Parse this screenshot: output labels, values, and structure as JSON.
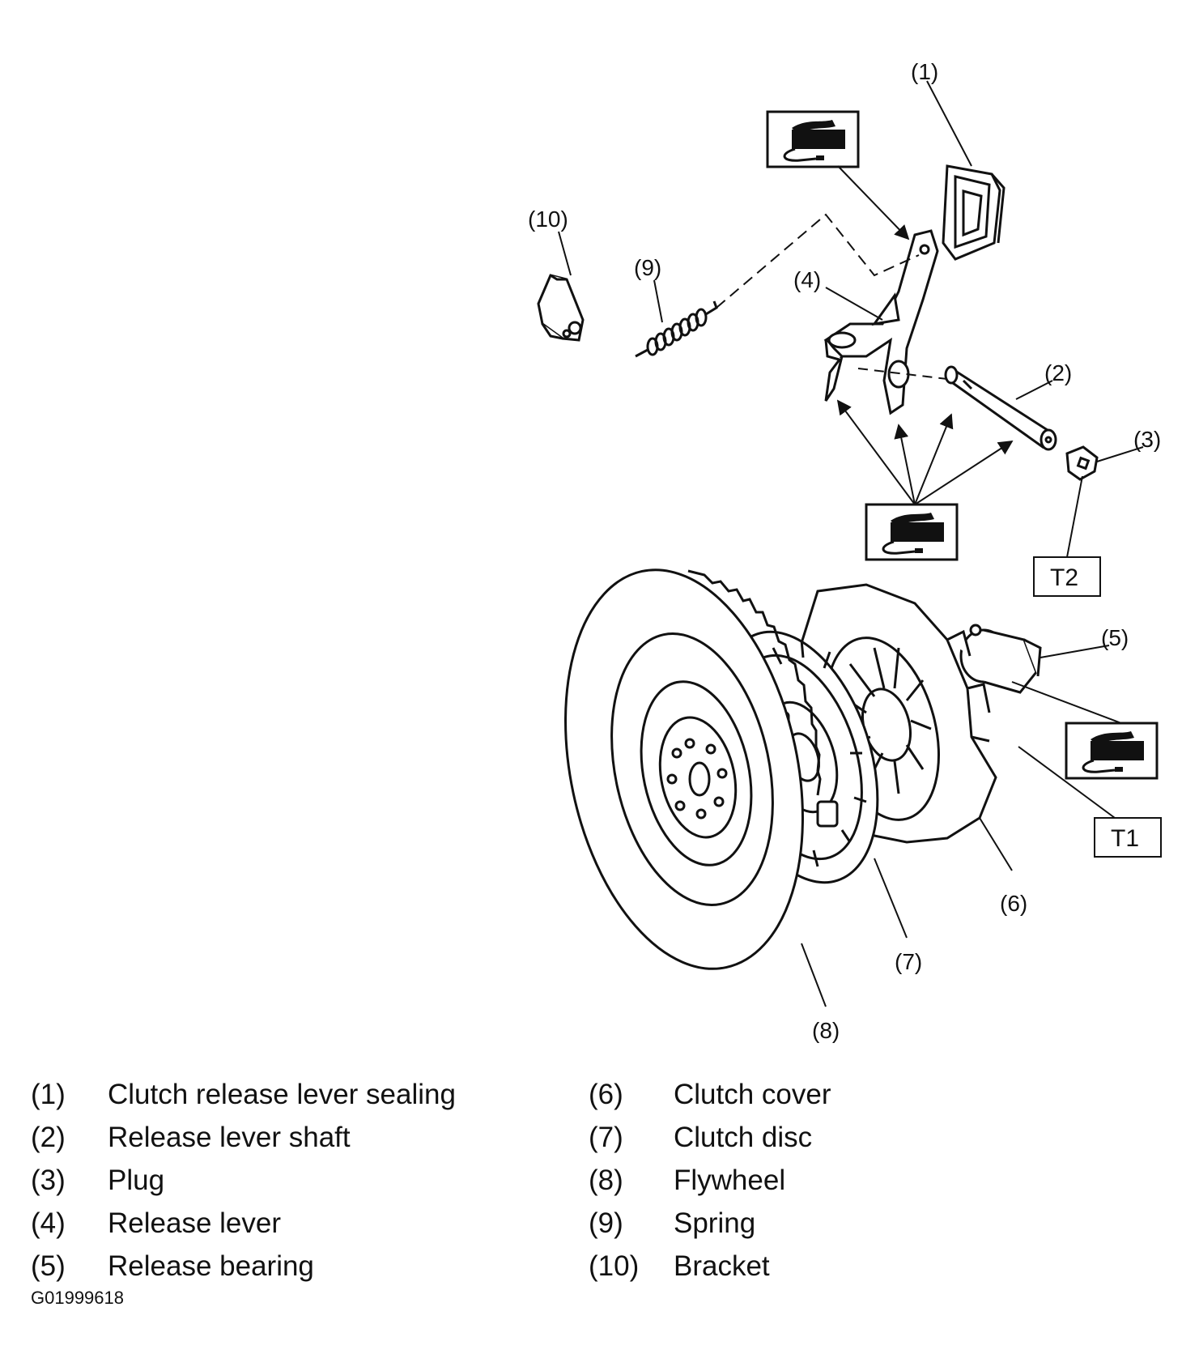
{
  "diagram": {
    "callouts": [
      "(1)",
      "(2)",
      "(3)",
      "(4)",
      "(5)",
      "(6)",
      "(7)",
      "(8)",
      "(9)",
      "(10)"
    ],
    "torque_labels": [
      "T1",
      "T2"
    ],
    "grease_symbol": "grease-application-icon"
  },
  "legend": {
    "left": [
      {
        "num": "(1)",
        "text": "Clutch release lever sealing"
      },
      {
        "num": "(2)",
        "text": "Release lever shaft"
      },
      {
        "num": "(3)",
        "text": "Plug"
      },
      {
        "num": "(4)",
        "text": "Release lever"
      },
      {
        "num": "(5)",
        "text": "Release bearing"
      }
    ],
    "right": [
      {
        "num": "(6)",
        "text": "Clutch cover"
      },
      {
        "num": "(7)",
        "text": "Clutch disc"
      },
      {
        "num": "(8)",
        "text": "Flywheel"
      },
      {
        "num": "(9)",
        "text": "Spring"
      },
      {
        "num": "(10)",
        "text": "Bracket"
      }
    ]
  },
  "figure_code": "G01999618"
}
